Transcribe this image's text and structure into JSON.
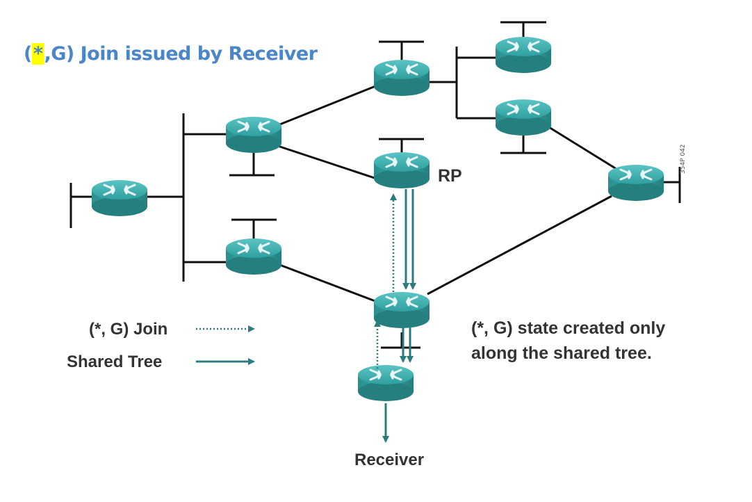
{
  "title": {
    "prefix": "(",
    "star": "*",
    "suffix": ",G) Join issued by Receiver"
  },
  "labels": {
    "rp": "RP",
    "receiver": "Receiver",
    "legend_join": "(*, G) Join",
    "legend_tree": "Shared Tree",
    "note_line1": "(*, G) state created only",
    "note_line2": "along the shared tree.",
    "figure_code": "354P 042"
  },
  "colors": {
    "title": "#4a86c8",
    "highlight": "#ffff00",
    "router": "#2a9a9a",
    "arrow": "#2b7d7d",
    "line": "#111111"
  },
  "routers": [
    {
      "id": "left"
    },
    {
      "id": "upper-mid"
    },
    {
      "id": "lower-mid"
    },
    {
      "id": "top"
    },
    {
      "id": "top-right-1"
    },
    {
      "id": "top-right-2"
    },
    {
      "id": "rp"
    },
    {
      "id": "right"
    },
    {
      "id": "center"
    },
    {
      "id": "receiver-router"
    }
  ]
}
